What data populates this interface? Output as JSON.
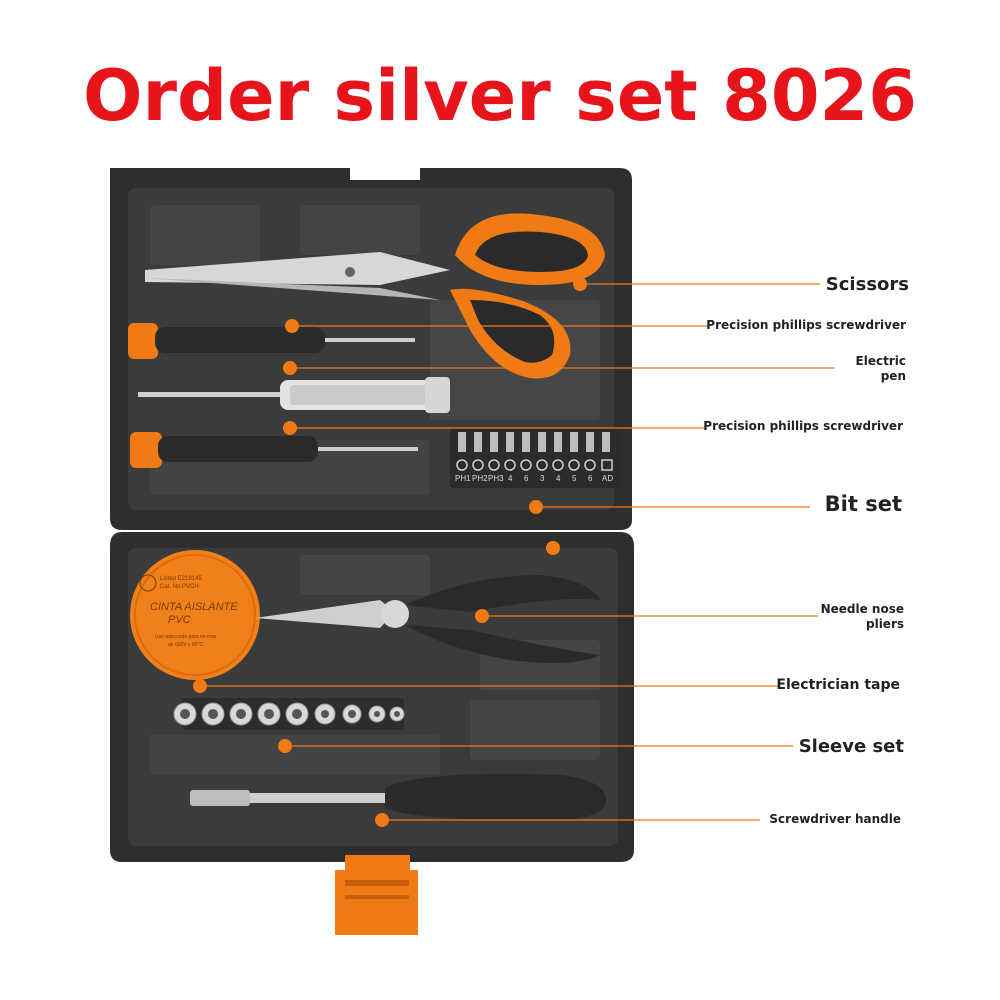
{
  "title": "Order silver set 8026",
  "labels": {
    "scissors": "Scissors",
    "precision_1": "Precision phillips screwdriver",
    "electric_pen_line1": "Electric",
    "electric_pen_line2": "pen",
    "precision_2": "Precision phillips screwdriver",
    "bit_set": "Bit set",
    "needle_line1": "Needle nose",
    "needle_line2": "pliers",
    "tape": "Electrician tape",
    "sleeve": "Sleeve set",
    "handle": "Screwdriver handle"
  },
  "bit_labels": [
    "PH1",
    "PH2",
    "PH3",
    "4",
    "6",
    "3",
    "4",
    "5",
    "6",
    "AD"
  ],
  "tape_text": {
    "listed": "Listed E219145",
    "cat": "Cat. No.PVCH",
    "line1": "CINTA AISLANTE",
    "line2": "PVC",
    "small1": "Uso adecuado para no mas",
    "small2": "de 600V y 80°C"
  },
  "colors": {
    "accent": "#f07a14",
    "title": "#e8141b",
    "case": "#3a3a3a"
  }
}
